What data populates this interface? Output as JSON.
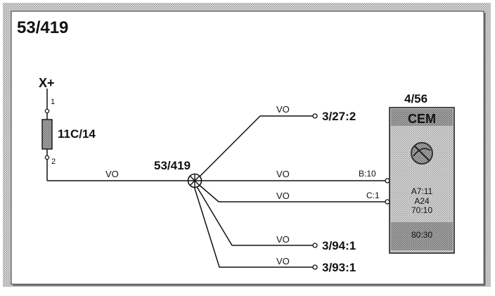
{
  "diagram": {
    "title": "53/419",
    "supply": {
      "label": "X+",
      "pin_top": "1",
      "pin_bottom": "2"
    },
    "fuse": {
      "label": "11C/14"
    },
    "splice": {
      "label": "53/419"
    },
    "wires": {
      "w_left": "VO",
      "w_to_327": "VO",
      "w_to_b10": "VO",
      "w_to_c1": "VO",
      "w_to_394": "VO",
      "w_to_393": "VO"
    },
    "connectors": {
      "c327": "3/27:2",
      "c394": "3/94:1",
      "c393": "3/93:1"
    },
    "module": {
      "id": "4/56",
      "name": "CEM",
      "pin_b10": "B:10",
      "pin_c1": "C:1",
      "block_lines": [
        "A7:11",
        "A24",
        "70:10",
        "80:30"
      ]
    }
  }
}
